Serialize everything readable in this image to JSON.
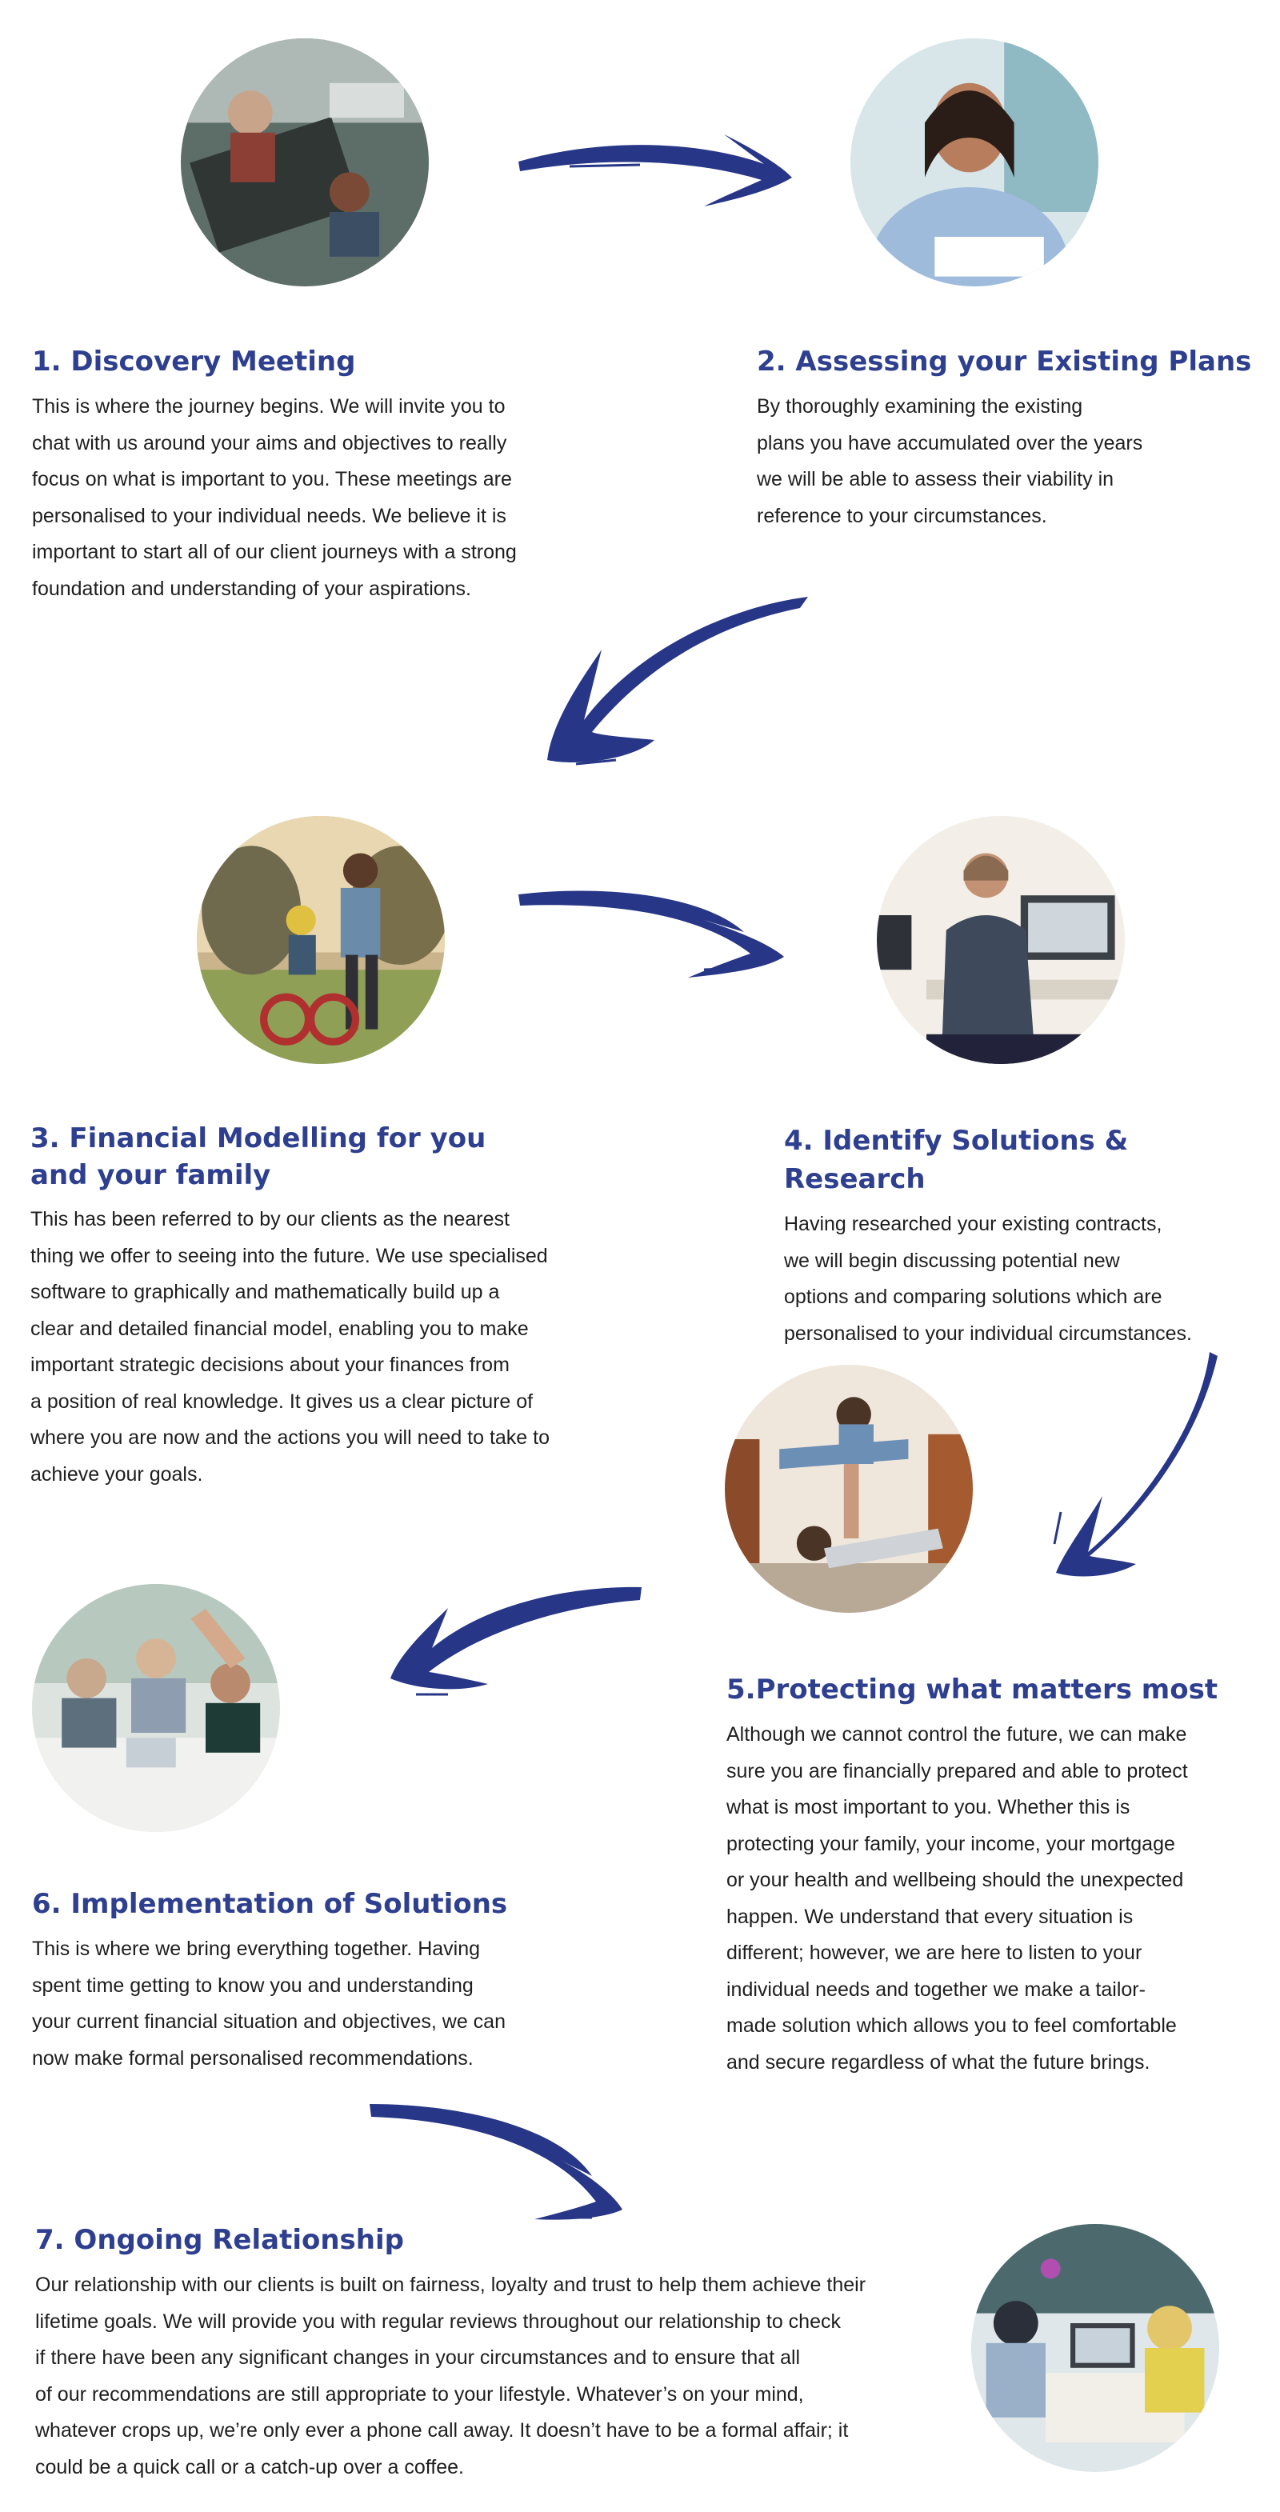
{
  "colors": {
    "accent": "#2e3f8f",
    "arrow": "#283687",
    "body_text": "#1e1e1e",
    "background": "#ffffff"
  },
  "steps": [
    {
      "title": "1. Discovery Meeting",
      "lines": [
        "This is where the journey begins. We will invite you to",
        "chat with us around your aims and objectives to really",
        "focus on what is important to you. These meetings are",
        "personalised to your individual needs. We believe it is",
        "important to start all of our client journeys with a strong",
        "foundation and understanding of your aspirations."
      ]
    },
    {
      "title": "2. Assessing your Existing Plans",
      "lines": [
        "By thoroughly examining the existing",
        "plans you have accumulated over the years",
        "we will be able to assess their viability in",
        "reference to your circumstances."
      ]
    },
    {
      "title_lines": [
        "3. Financial Modelling for you",
        "and your family"
      ],
      "lines": [
        "This has been referred to by our clients as the nearest",
        "thing we offer to seeing into the future. We use specialised",
        "software to graphically and mathematically build up a",
        "clear and detailed financial model, enabling you to make",
        "important strategic decisions about your finances from",
        "a position of real knowledge. It gives us a clear picture of",
        "where you are now and the actions you will need to take to",
        "achieve your goals."
      ]
    },
    {
      "title": "4. Identify Solutions & Research",
      "lines": [
        "Having researched your existing contracts,",
        "we will begin discussing potential new",
        "options and comparing solutions which are",
        "personalised to your individual circumstances."
      ]
    },
    {
      "title": "5.Protecting what matters most",
      "lines": [
        "Although we cannot control the future, we can make",
        "sure you are financially prepared and able to protect",
        "what is most important to you. Whether this is",
        "protecting your family, your income, your mortgage",
        "or your health and wellbeing should the unexpected",
        "happen. We understand that every situation is",
        "different; however, we are here to listen to your",
        "individual needs and together we make a tailor-",
        "made solution which allows you to feel comfortable",
        "and secure regardless of what the future brings."
      ]
    },
    {
      "title": "6. Implementation of Solutions",
      "lines": [
        "This is where we bring everything together. Having",
        "spent time getting to know you and understanding",
        "your current financial situation and objectives, we can",
        "now make formal personalised recommendations."
      ]
    },
    {
      "title": "7. Ongoing Relationship",
      "lines": [
        "Our relationship with our clients is built on fairness, loyalty and trust to help them achieve their",
        "lifetime goals. We will provide you with regular reviews throughout our relationship to check",
        "if there have been any significant changes in your circumstances and to ensure that all",
        "of our recommendations are still appropriate to your lifestyle.  Whatever’s on your mind,",
        "whatever crops up, we’re only ever a phone call away. It doesn’t have to be a formal affair; it",
        "could be a quick call or a catch-up over a coffee."
      ]
    }
  ],
  "photos": [
    {
      "name": "meeting-overhead-photo"
    },
    {
      "name": "smiling-woman-photo"
    },
    {
      "name": "father-child-bike-photo"
    },
    {
      "name": "man-at-computer-photo"
    },
    {
      "name": "father-lifting-child-photo"
    },
    {
      "name": "team-meeting-photo"
    },
    {
      "name": "cafe-meeting-photo"
    }
  ]
}
